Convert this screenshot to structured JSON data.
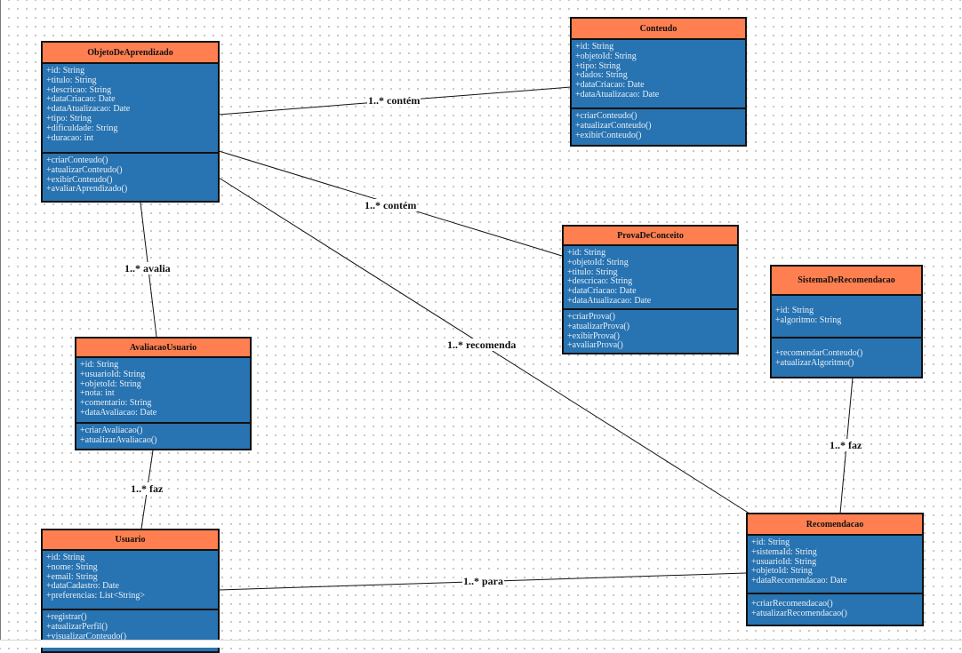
{
  "classes": {
    "objeto": {
      "name": "ObjetoDeAprendizado",
      "attributes": [
        "+id: String",
        "+titulo: String",
        "+descricao: String",
        "+dataCriacao: Date",
        "+dataAtualizacao: Date",
        "+tipo: String",
        "+dificuldade: String",
        "+duracao: int"
      ],
      "methods": [
        "+criarConteudo()",
        "+atualizarConteudo()",
        "+exibirConteudo()",
        "+avaliarAprendizado()"
      ]
    },
    "conteudo": {
      "name": "Conteudo",
      "attributes": [
        "+id: String",
        "+objetoId: String",
        "+tipo: String",
        "+dados: String",
        "+dataCriacao: Date",
        "+dataAtualizacao: Date"
      ],
      "methods": [
        "+criarConteudo()",
        "+atualizarConteudo()",
        "+exibirConteudo()"
      ]
    },
    "prova": {
      "name": "ProvaDeConceito",
      "attributes": [
        "+id: String",
        "+objetoId: String",
        "+titulo: String",
        "+descricao: String",
        "+dataCriacao: Date",
        "+dataAtualizacao: Date"
      ],
      "methods": [
        "+criarProva()",
        "+atualizarProva()",
        "+exibirProva()",
        "+avaliarProva()"
      ]
    },
    "sistema": {
      "name": "SistemaDeRecomendacao",
      "attributes": [
        "+id: String",
        "+algoritmo: String"
      ],
      "methods": [
        "+recomendarConteudo()",
        "+atualizarAlgoritmo()"
      ]
    },
    "avaliacao": {
      "name": "AvaliacaoUsuario",
      "attributes": [
        "+id: String",
        "+usuarioId: String",
        "+objetoId: String",
        "+nota: int",
        "+comentario: String",
        "+dataAvaliacao: Date"
      ],
      "methods": [
        "+criarAvaliacao()",
        "+atualizarAvaliacao()"
      ]
    },
    "usuario": {
      "name": "Usuario",
      "attributes": [
        "+id: String",
        "+nome: String",
        "+email: String",
        "+dataCadastro: Date",
        "+preferencias: List<String>"
      ],
      "methods": [
        "+registrar()",
        "+atualizarPerfil()",
        "+visualizarConteudo()"
      ]
    },
    "recomendacao": {
      "name": "Recomendacao",
      "attributes": [
        "+id: String",
        "+sistemaId: String",
        "+usuarioId: String",
        "+objetoId: String",
        "+dataRecomendacao: Date"
      ],
      "methods": [
        "+criarRecomendacao()",
        "+atualizarRecomendacao()"
      ]
    }
  },
  "edges": {
    "objeto_conteudo": "1..* contém",
    "objeto_prova": "1..* contém",
    "objeto_avaliacao": "1..* avalia",
    "objeto_recomendacao": "1..* recomenda",
    "sistema_recomendacao": "1..* faz",
    "avaliacao_usuario": "1..* faz",
    "usuario_recomendacao": "1..* para"
  },
  "colors": {
    "header": "#ff7f50",
    "body": "#2873b1",
    "border": "#111111"
  }
}
